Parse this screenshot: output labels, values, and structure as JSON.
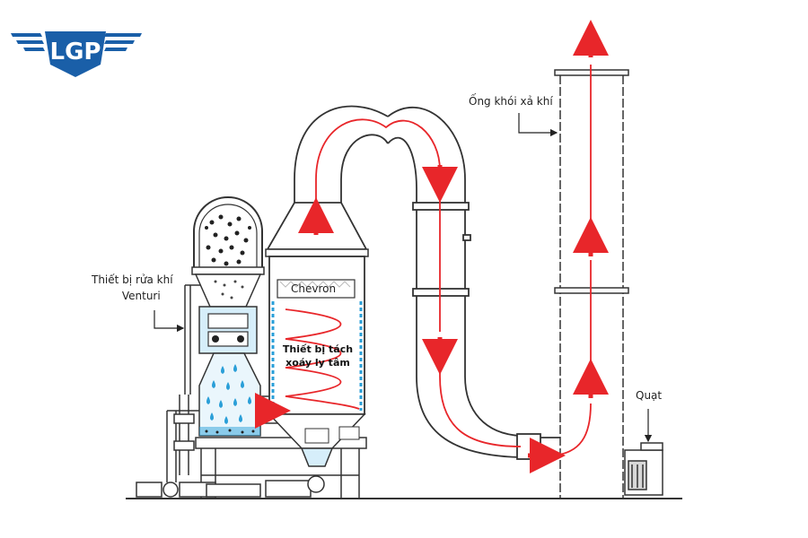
{
  "logo": {
    "text": "LGP",
    "color": "#1a5fa8"
  },
  "labels": {
    "venturi_line1": "Thiết bị rửa khí",
    "venturi_line2": "Venturi",
    "chevron": "Chevron",
    "cyclone_line1": "Thiết bị tách",
    "cyclone_line2": "xoáy ly tâm",
    "stack": "Ống khói xả khí",
    "fan": "Quạt"
  },
  "colors": {
    "flow_arrow": "#e8262a",
    "line": "#333333",
    "water": "#2a9fd8",
    "water_fill": "#d6eefa"
  }
}
